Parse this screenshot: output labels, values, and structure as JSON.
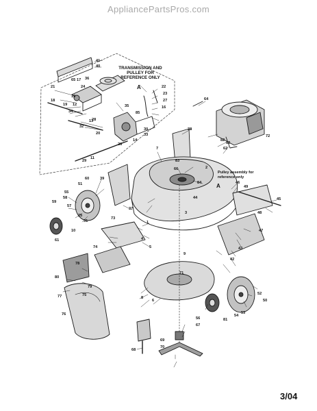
{
  "watermark": "AppliancePartsPros.com",
  "notes": {
    "transmission": "TRANSMISSION AND PULLEY FOR REFERENCE ONLY",
    "pulley": "Pulley assembly for reference only"
  },
  "revision": "3/04",
  "callout_letter": "A",
  "part_numbers": [
    "1",
    "2",
    "3",
    "4",
    "5",
    "6",
    "7",
    "8",
    "9",
    "10",
    "11",
    "12",
    "13",
    "14",
    "15",
    "16",
    "17",
    "18",
    "19",
    "20",
    "21",
    "22",
    "23",
    "24",
    "25",
    "26",
    "27",
    "28",
    "29",
    "30",
    "31",
    "32",
    "33",
    "34",
    "35",
    "36",
    "37",
    "38",
    "39",
    "40",
    "41",
    "42",
    "43",
    "44",
    "45",
    "46",
    "47",
    "48",
    "49",
    "50",
    "51",
    "52",
    "53",
    "54",
    "55",
    "56",
    "57",
    "58",
    "59",
    "60",
    "61",
    "62",
    "63",
    "64",
    "65",
    "66",
    "67",
    "68",
    "69",
    "70",
    "71",
    "72",
    "73",
    "74",
    "75",
    "76",
    "77",
    "78",
    "79",
    "80",
    "81",
    "82",
    "83",
    "84",
    "85"
  ]
}
